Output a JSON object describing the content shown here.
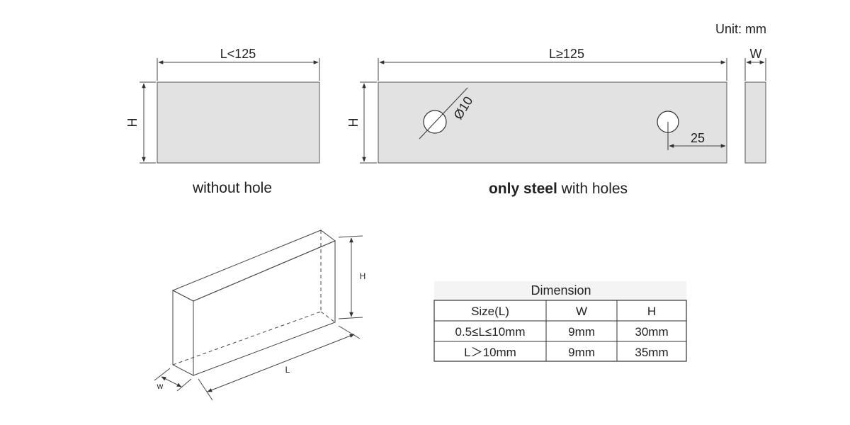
{
  "unit_label": "Unit: mm",
  "top_views": {
    "left": {
      "length_label": "L<125",
      "height_label": "H",
      "caption": "without hole"
    },
    "middle": {
      "length_label": "L≥125",
      "height_label": "H",
      "hole_diameter_label": "Ø10",
      "hole_offset_label": "25",
      "caption_bold": "only steel",
      "caption_rest": " with holes"
    },
    "side": {
      "width_label": "W"
    }
  },
  "iso_view": {
    "height_label": "H",
    "length_label": "L",
    "width_label": "w"
  },
  "table": {
    "title": "Dimension",
    "headers": [
      "Size(L)",
      "W",
      "H"
    ],
    "rows": [
      [
        "0.5≤L≤10mm",
        "9mm",
        "30mm"
      ],
      [
        "L＞10mm",
        "9mm",
        "35mm"
      ]
    ]
  },
  "colors": {
    "block_fill": "#e2e2e2",
    "line": "#333333",
    "table_title_bg": "#f4f4f4"
  }
}
